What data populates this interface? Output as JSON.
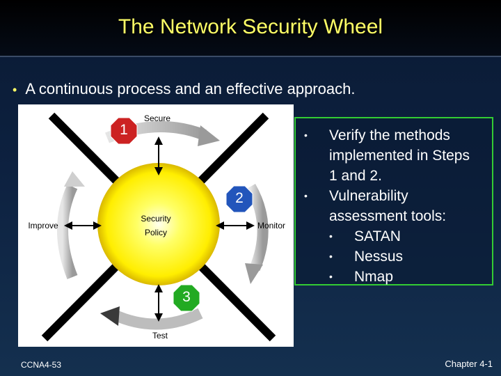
{
  "slide": {
    "title": "The Network Security Wheel",
    "bullet": "A continuous process and an effective approach."
  },
  "diagram": {
    "center_line1": "Security",
    "center_line2": "Policy",
    "labels": {
      "top": "Secure",
      "right": "Monitor",
      "bottom": "Test",
      "left": "Improve"
    },
    "steps": [
      {
        "label": "1",
        "color": "#cc2222"
      },
      {
        "label": "2",
        "color": "#2255bb"
      },
      {
        "label": "3",
        "color": "#22aa22"
      }
    ]
  },
  "notes": {
    "items": [
      {
        "text": "Verify the methods"
      },
      {
        "text": "implemented in Steps"
      },
      {
        "text": "1 and 2."
      },
      {
        "text": "Vulnerability"
      },
      {
        "text": "assessment tools:"
      }
    ],
    "subitems": [
      "SATAN",
      "Nessus",
      "Nmap"
    ]
  },
  "footer": {
    "left": "CCNA4-53",
    "right": "Chapter 4-1"
  }
}
